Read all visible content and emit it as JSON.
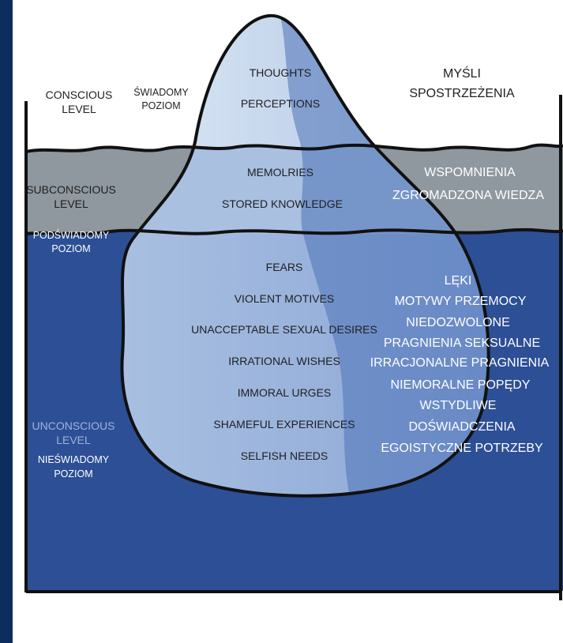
{
  "colors": {
    "frame": "#0c2d5e",
    "sky": "#ffffff",
    "subconscious": "#8f989f",
    "deep_water": "#2c4f96",
    "ice_top": "#dde9f6",
    "ice_mid": "#a9c0e1",
    "ice_bottom": "#8aa5d6",
    "ice_shadow": "#4d72b8",
    "outline": "#111111"
  },
  "levels": {
    "conscious": {
      "en_line1": "CONSCIOUS",
      "en_line2": "LEVEL",
      "pl_line1": "ŚWIADOMY",
      "pl_line2": "POZIOM"
    },
    "subconscious": {
      "en_line1": "SUBCONSCIOUS",
      "en_line2": "LEVEL",
      "pl_line1": "PODŚWIADOMY",
      "pl_line2": "POZIOM"
    },
    "unconscious": {
      "en_line1": "UNCONSCIOUS",
      "en_line2": "LEVEL",
      "pl_line1": "NIEŚWIADOMY",
      "pl_line2": "POZIOM"
    }
  },
  "iceberg_en": {
    "tip": [
      "THOUGHTS",
      "PERCEPTIONS"
    ],
    "middle": [
      "MEMOLRIES",
      "STORED KNOWLEDGE"
    ],
    "bottom": [
      "FEARS",
      "VIOLENT MOTIVES",
      "UNACCEPTABLE SEXUAL DESIRES",
      "IRRATIONAL WISHES",
      "IMMORAL URGES",
      "SHAMEFUL EXPERIENCES",
      "SELFISH NEEDS"
    ]
  },
  "translations_pl": {
    "tip": [
      "MYŚLI",
      "SPOSTRZEŻENIA"
    ],
    "middle": [
      "WSPOMNIENIA",
      "ZGROMADZONA WIEDZA"
    ],
    "bottom": [
      "LĘKI",
      "MOTYWY PRZEMOCY",
      "NIEDOZWOLONE",
      "PRAGNIENIA SEKSUALNE",
      "IRRACJONALNE PRAGNIENIA",
      "NIEMORALNE POPĘDY",
      "WSTYDLIWE",
      "DOŚWIADCZENIA",
      "EGOISTYCZNE POTRZEBY"
    ]
  }
}
